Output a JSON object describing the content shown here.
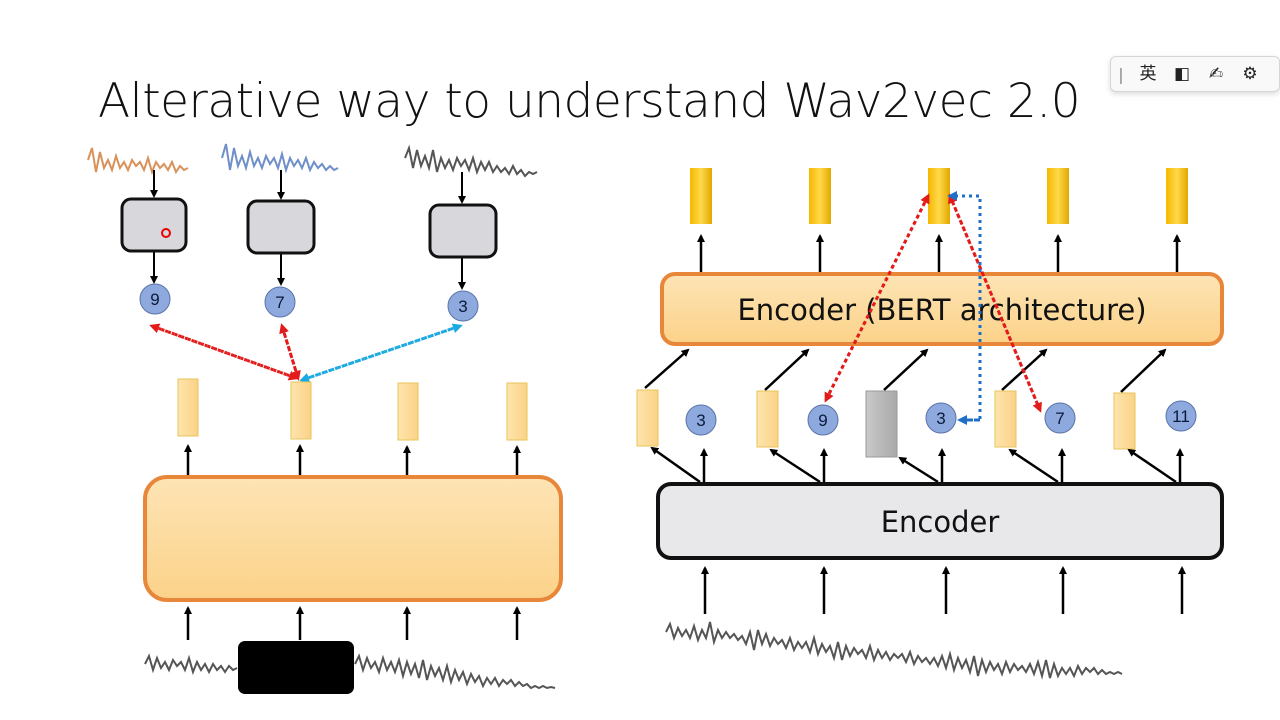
{
  "slide": {
    "title": "Alterative way to understand Wav2vec 2.0"
  },
  "ime_toolbar": {
    "items": [
      {
        "icon": "grip-icon",
        "glyph": "|"
      },
      {
        "icon": "language-icon",
        "glyph": "英"
      },
      {
        "icon": "halfwidth-icon",
        "glyph": "◧"
      },
      {
        "icon": "handwriting-pen-icon",
        "glyph": "✍"
      },
      {
        "icon": "settings-gear-icon",
        "glyph": "⚙"
      }
    ]
  },
  "left_diagram": {
    "cluster_ids": [
      "9",
      "7",
      "3"
    ],
    "waveform_colors": [
      "#d9915a",
      "#6f8fc9",
      "#555555"
    ]
  },
  "right_diagram": {
    "top_encoder_label": "Encoder (BERT architecture)",
    "bottom_encoder_label": "Encoder",
    "token_ids": [
      "3",
      "9",
      "3",
      "7",
      "11"
    ]
  },
  "colors": {
    "orange_border": "#e8873a",
    "orange_fill": "#fdd592",
    "yellow_vector": "#f2c12e",
    "node_blue": "#8ea9de",
    "red_arrow": "#e31b1b",
    "cyan_arrow": "#1aa9e0",
    "blue_arrow": "#1f6fc7"
  }
}
